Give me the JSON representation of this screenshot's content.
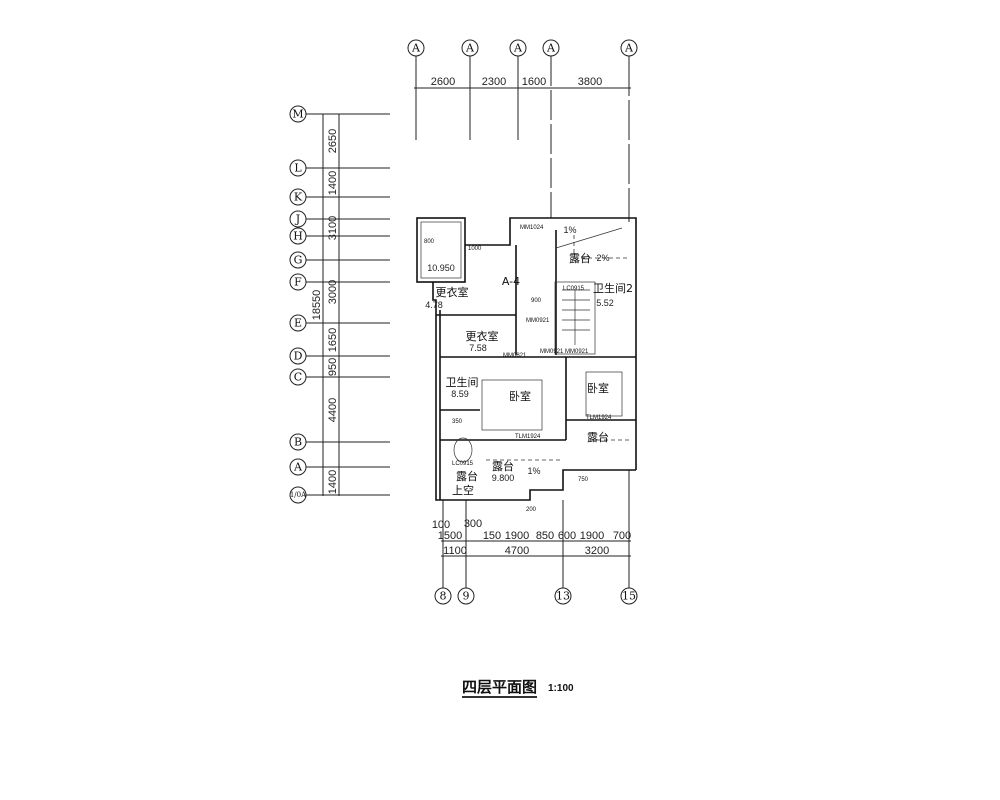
{
  "top_axes": [
    "A",
    "A",
    "A",
    "A",
    "A"
  ],
  "top_dims": [
    "2600",
    "2300",
    "1600",
    "3800"
  ],
  "row_axes": [
    "M",
    "L",
    "K",
    "J",
    "H",
    "G",
    "F",
    "E",
    "D",
    "C",
    "B",
    "A",
    "1/0A"
  ],
  "row_dims": [
    "2650",
    "1400",
    "3100",
    "3000",
    "1650",
    "950",
    "4400",
    "1400"
  ],
  "row_total": "18550",
  "bottom_axes": [
    "8",
    "9",
    "13",
    "15"
  ],
  "bottom_dims_detail": [
    "100",
    "1500",
    "300",
    "150",
    "1900",
    "850",
    "600",
    "1900",
    "700"
  ],
  "bottom_dims_main": [
    "1100",
    "4700",
    "3200"
  ],
  "rooms": [
    {
      "name": "更衣室",
      "area": "4.78"
    },
    {
      "name": "更衣室",
      "area": "7.58"
    },
    {
      "name": "卫生间",
      "area": "8.59"
    },
    {
      "name": "卫生间2",
      "area": "5.52"
    },
    {
      "name": "卧室",
      "area": ""
    },
    {
      "name": "卧室",
      "area": ""
    },
    {
      "name": "露台",
      "area": "2%"
    },
    {
      "name": "露台",
      "area": "9.800"
    },
    {
      "name": "露台",
      "area": ""
    },
    {
      "name": "露台",
      "area": "上空"
    }
  ],
  "labels": {
    "door1": "MM1024",
    "door2": "MM0921",
    "door3": "MM0921",
    "door4": "MM0921",
    "door5": "MM0821",
    "slide1": "TLM1924",
    "slide2": "TLM1924",
    "win1": "LC0915",
    "win2": "LC0915",
    "elev": "10.950",
    "slope1": "1%",
    "slope2": "1%",
    "stair": "A-4",
    "d800": "800",
    "d1000": "1000",
    "d900": "900",
    "d350": "350",
    "d750": "750",
    "d200": "200"
  },
  "drawing_title": "四层平面图",
  "scale": "1:100"
}
